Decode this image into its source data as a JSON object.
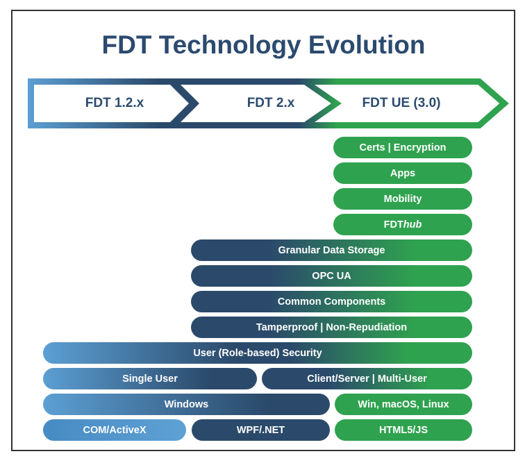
{
  "title": "FDT Technology Evolution",
  "colors": {
    "light_blue": "#5C9FD3",
    "navy": "#2B4A6B",
    "green": "#2FA24F",
    "title_text": "#2B4A6E",
    "frame_border": "#333333"
  },
  "timeline": {
    "segments": [
      {
        "label": "FDT 1.2.x"
      },
      {
        "label": "FDT 2.x"
      },
      {
        "label": "FDT UE (3.0)"
      }
    ]
  },
  "rows": [
    {
      "pills": [
        {
          "label": "Certs | Encryption"
        }
      ]
    },
    {
      "pills": [
        {
          "label": "Apps"
        }
      ]
    },
    {
      "pills": [
        {
          "label": "Mobility"
        }
      ]
    },
    {
      "pills": [
        {
          "label_prefix": "FDT",
          "label_italic": "hub"
        }
      ]
    },
    {
      "pills": [
        {
          "label": "Granular Data Storage"
        }
      ]
    },
    {
      "pills": [
        {
          "label": "OPC UA"
        }
      ]
    },
    {
      "pills": [
        {
          "label": "Common Components"
        }
      ]
    },
    {
      "pills": [
        {
          "label": "Tamperproof | Non-Repudiation"
        }
      ]
    },
    {
      "pills": [
        {
          "label": "User (Role-based) Security"
        }
      ]
    },
    {
      "pills": [
        {
          "label": "Single User"
        },
        {
          "label": "Client/Server | Multi-User"
        }
      ]
    },
    {
      "pills": [
        {
          "label": "Windows"
        },
        {
          "label": "Win, macOS, Linux"
        }
      ]
    },
    {
      "pills": [
        {
          "label": "COM/ActiveX"
        },
        {
          "label": "WPF/.NET"
        },
        {
          "label": "HTML5/JS"
        }
      ]
    }
  ]
}
